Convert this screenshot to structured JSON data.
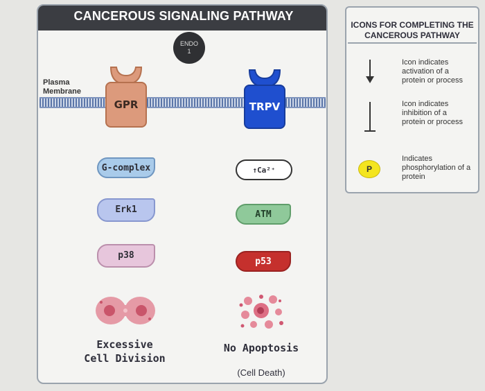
{
  "main": {
    "title": "CANCEROUS SIGNALING PATHWAY",
    "endo": {
      "line1": "ENDO",
      "line2": "1"
    },
    "plasma_membrane_label": "Plasma Membrane",
    "receptors": {
      "gpr": "GPR",
      "trpv": "TRPV"
    },
    "left_column": {
      "g_complex": "G-complex",
      "erk1": "Erk1",
      "p38": "p38"
    },
    "right_column": {
      "ca": "Ca²⁺",
      "atm": "ATM",
      "p53": "p53"
    },
    "outcome_left": "Excessive Cell Division",
    "outcome_right": "No Apoptosis",
    "outcome_right_sub": "(Cell Death)"
  },
  "key": {
    "title": "ICONS FOR COMPLETING THE CANCEROUS PATHWAY",
    "activation_desc": "Icon indicates activation of a protein or process",
    "inhibition_desc": "Icon indicates inhibition of a protein or process",
    "phosphorylation_badge": "P",
    "phosphorylation_desc": "Indicates phosphorylation of a protein"
  },
  "colors": {
    "gpr": "#dc9a7c",
    "trpv": "#1f4fcf",
    "g_complex": "#a9cbea",
    "erk1": "#b9c6ee",
    "p38": "#e7c6dc",
    "atm": "#8fc99a",
    "p53": "#c5302d",
    "phospho_badge": "#f4e51f",
    "dividing_cell": "#e59aa6",
    "apoptotic_cell": "#dd6f84"
  }
}
